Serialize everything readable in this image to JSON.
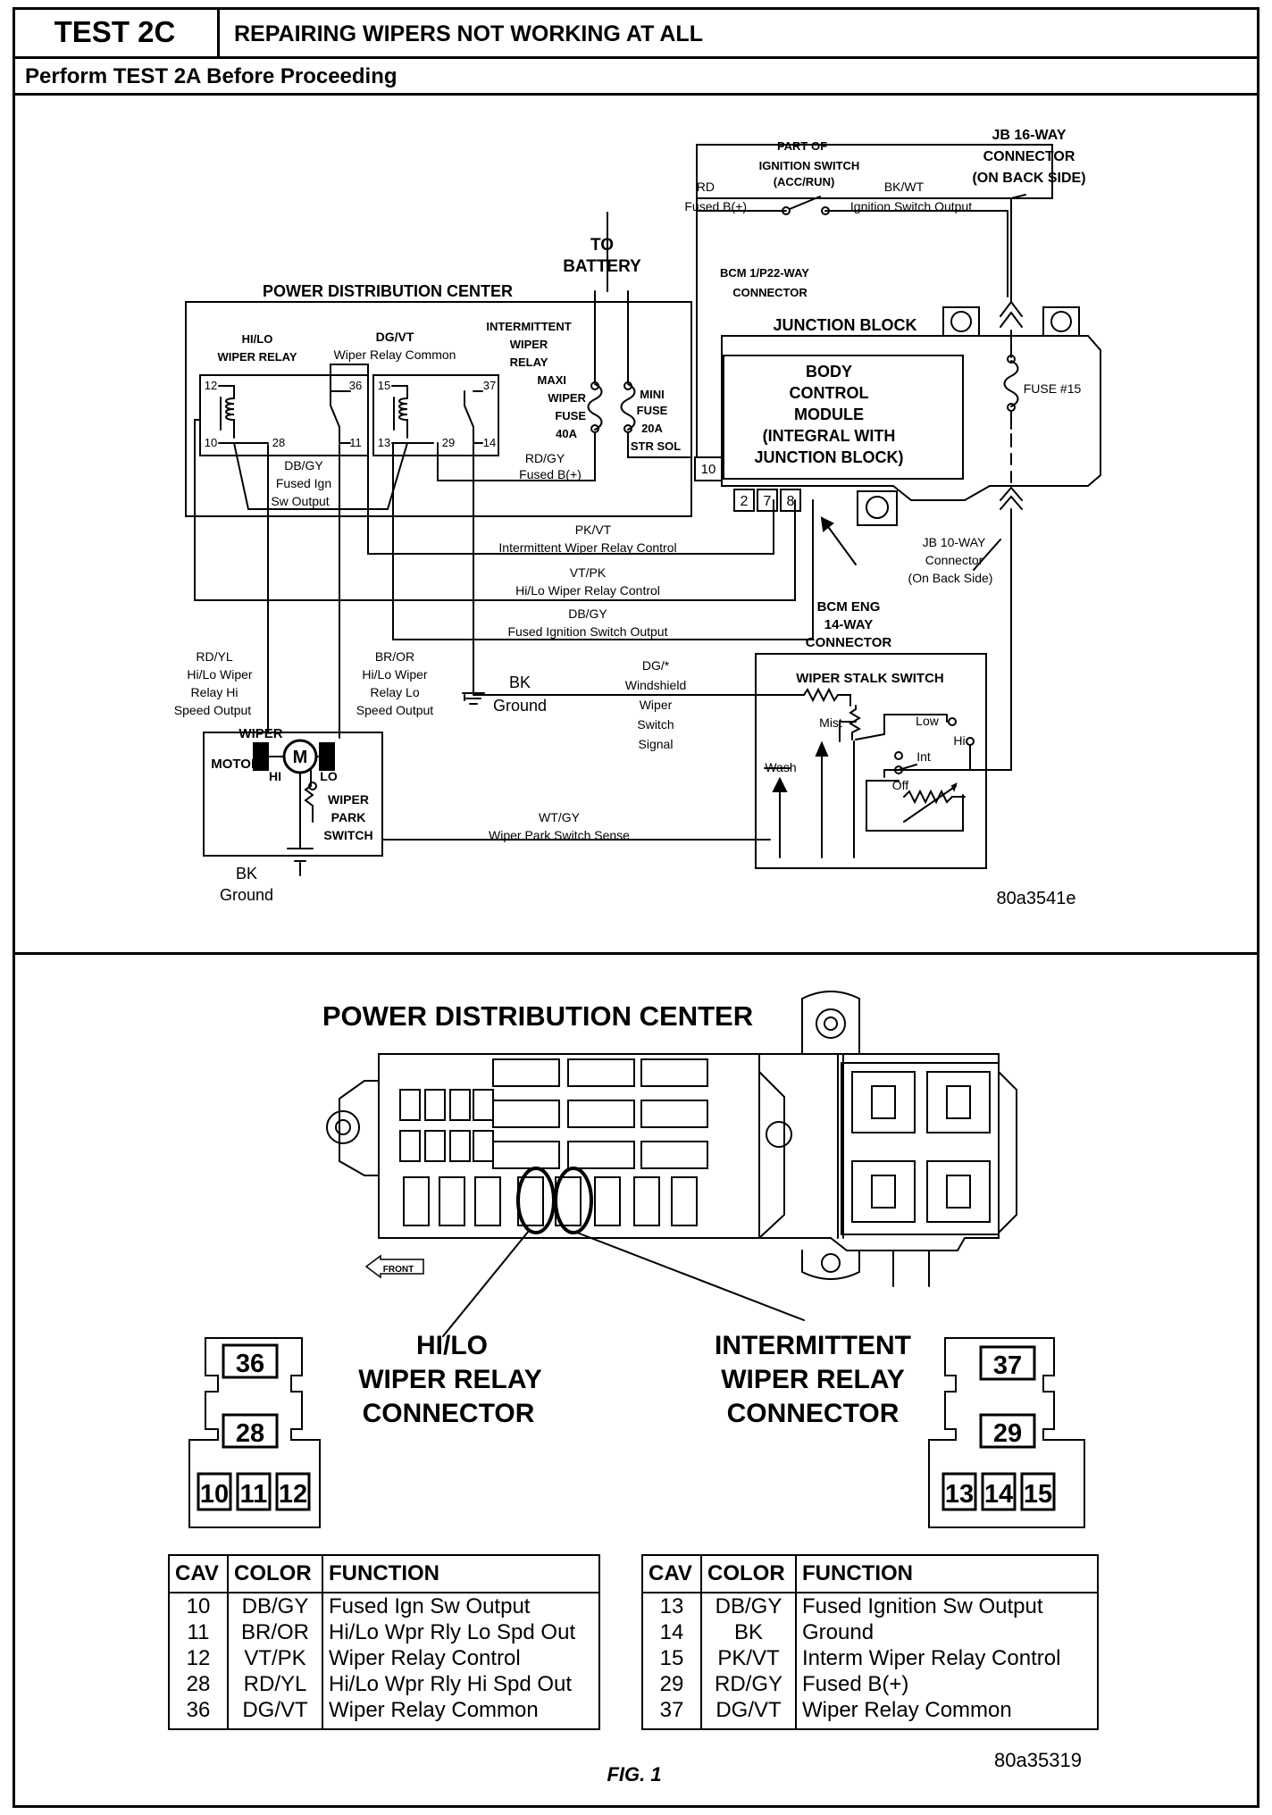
{
  "header": {
    "test_id": "TEST 2C",
    "title": "REPAIRING WIPERS NOT WORKING AT ALL",
    "subtitle": "Perform TEST 2A Before Proceeding"
  },
  "schematic": {
    "jb16": [
      "JB 16-WAY",
      "CONNECTOR",
      "(ON BACK SIDE)"
    ],
    "ign_switch": [
      "PART OF",
      "IGNITION SWITCH",
      "(ACC/RUN)"
    ],
    "rd": "RD",
    "fused_b": "Fused B(+)",
    "bkwt": "BK/WT",
    "ign_out": "Ignition Switch Output",
    "to_battery": [
      "TO",
      "BATTERY"
    ],
    "bcm1": [
      "BCM 1/P22-WAY",
      "CONNECTOR"
    ],
    "pdc": "POWER DISTRIBUTION CENTER",
    "junction_block": "JUNCTION BLOCK",
    "bcm": [
      "BODY",
      "CONTROL",
      "MODULE",
      "(INTEGRAL WITH",
      "JUNCTION BLOCK)"
    ],
    "fuse15": "FUSE #15",
    "hilo_relay": [
      "HI/LO",
      "WIPER RELAY"
    ],
    "dgvt_label": [
      "DG/VT",
      "Wiper Relay Common"
    ],
    "int_relay": [
      "INTERMITTENT",
      "WIPER",
      "RELAY"
    ],
    "maxi": [
      "MAXI",
      "WIPER",
      "FUSE",
      "40A"
    ],
    "mini": [
      "MINI",
      "FUSE",
      "20A",
      "STR SOL"
    ],
    "rdgy": [
      "RD/GY",
      "Fused B(+)"
    ],
    "dbgy": [
      "DB/GY",
      "Fused Ign",
      "Sw Output"
    ],
    "pins": [
      "12",
      "10",
      "28",
      "36",
      "11",
      "15",
      "13",
      "29",
      "37",
      "14"
    ],
    "bcm_pin10": "10",
    "bcm_pins": [
      "2",
      "7",
      "8"
    ],
    "pkvt": [
      "PK/VT",
      "Intermittent Wiper Relay Control"
    ],
    "vtpk": [
      "VT/PK",
      "Hi/Lo Wiper Relay Control"
    ],
    "dbgy2": [
      "DB/GY",
      "Fused Ignition Switch Output"
    ],
    "jb10": [
      "JB 10-WAY",
      "Connector",
      "(On Back Side)"
    ],
    "bcm_eng": [
      "BCM ENG",
      "14-WAY",
      "CONNECTOR"
    ],
    "rdyl": [
      "RD/YL",
      "Hi/Lo Wiper",
      "Relay Hi",
      "Speed Output"
    ],
    "bror": [
      "BR/OR",
      "Hi/Lo Wiper",
      "Relay Lo",
      "Speed Output"
    ],
    "bk_ground": [
      "BK",
      "Ground"
    ],
    "dg_star": [
      "DG/*",
      "Windshield",
      "Wiper",
      "Switch",
      "Signal"
    ],
    "stalk": "WIPER STALK SWITCH",
    "stalk_labels": {
      "mist": "Mist",
      "low": "Low",
      "hi": "Hi",
      "int": "Int",
      "off": "Off",
      "wash": "Wash"
    },
    "motor": [
      "WIPER",
      "MOTOR"
    ],
    "motor_m": "M",
    "motor_hi": "HI",
    "motor_lo": "LO",
    "park": [
      "WIPER",
      "PARK",
      "SWITCH"
    ],
    "wtgy": [
      "WT/GY",
      "Wiper Park Switch Sense"
    ],
    "code": "80a3541e"
  },
  "locator": {
    "pdc_title": "POWER DISTRIBUTION CENTER",
    "front": "FRONT",
    "hilo_conn": [
      "HI/LO",
      "WIPER RELAY",
      "CONNECTOR"
    ],
    "int_conn": [
      "INTERMITTENT",
      "WIPER RELAY",
      "CONNECTOR"
    ],
    "left_pins": [
      "36",
      "28",
      "10",
      "11",
      "12"
    ],
    "right_pins": [
      "37",
      "29",
      "13",
      "14",
      "15"
    ],
    "code": "80a35319",
    "fig": "FIG. 1"
  },
  "tables": {
    "headers": [
      "CAV",
      "COLOR",
      "FUNCTION"
    ],
    "left": [
      [
        "10",
        "DB/GY",
        "Fused Ign Sw Output"
      ],
      [
        "11",
        "BR/OR",
        "Hi/Lo Wpr Rly Lo Spd Out"
      ],
      [
        "12",
        "VT/PK",
        "Wiper Relay Control"
      ],
      [
        "28",
        "RD/YL",
        "Hi/Lo Wpr Rly Hi Spd Out"
      ],
      [
        "36",
        "DG/VT",
        "Wiper Relay Common"
      ]
    ],
    "right": [
      [
        "13",
        "DB/GY",
        "Fused Ignition Sw Output"
      ],
      [
        "14",
        "BK",
        "Ground"
      ],
      [
        "15",
        "PK/VT",
        "Interm Wiper Relay Control"
      ],
      [
        "29",
        "RD/GY",
        "Fused B(+)"
      ],
      [
        "37",
        "DG/VT",
        "Wiper Relay Common"
      ]
    ]
  }
}
